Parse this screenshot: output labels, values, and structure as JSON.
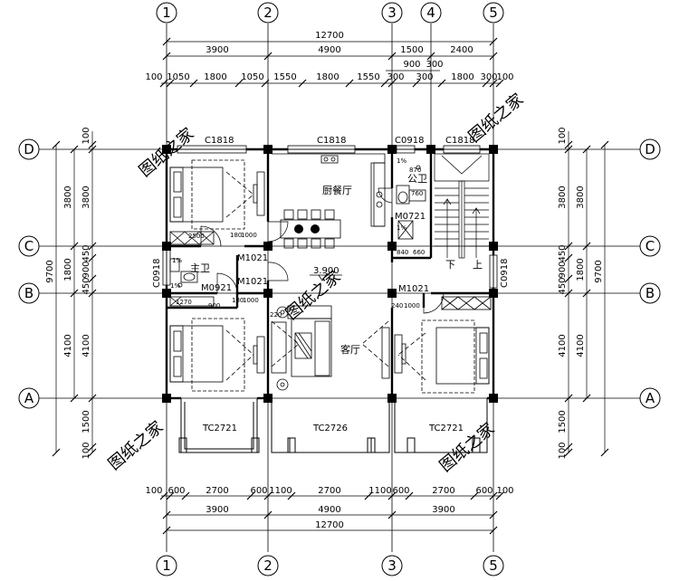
{
  "grid_top": [
    "1",
    "2",
    "3",
    "4",
    "5"
  ],
  "grid_bottom": [
    "1",
    "2",
    "3",
    "5"
  ],
  "grid_left": [
    "D",
    "C",
    "B",
    "A"
  ],
  "grid_right": [
    "D",
    "C",
    "B",
    "A"
  ],
  "dims_top": {
    "total": "12700",
    "row2": [
      "3900",
      "4900",
      "1500",
      "2400"
    ],
    "row3_small": [
      "900",
      "300"
    ],
    "row3": [
      "100",
      "1050",
      "1800",
      "1050",
      "1550",
      "1800",
      "1550",
      "300",
      "300",
      "1800",
      "300",
      "100"
    ]
  },
  "dims_bottom": {
    "total": "12700",
    "row2": [
      "3900",
      "4900",
      "3900"
    ],
    "row1": [
      "100",
      "600",
      "2700",
      "600",
      "1100",
      "2700",
      "1100",
      "600",
      "2700",
      "600",
      "100"
    ]
  },
  "dims_left": {
    "total": "9700",
    "mid": [
      "3800",
      "1800",
      "4100"
    ],
    "inner": [
      "100",
      "3800",
      "450",
      "900",
      "450",
      "4100",
      "1500",
      "100"
    ]
  },
  "dims_right": {
    "total": "9700",
    "mid": [
      "3800",
      "1800",
      "4100"
    ],
    "inner": [
      "100",
      "3800",
      "450",
      "900",
      "450",
      "4100",
      "1500",
      "100"
    ]
  },
  "windows": {
    "c1818_a": "C1818",
    "c1818_b": "C1818",
    "c0918_top": "C0918",
    "c1818_c": "C1818",
    "c0918_left": "C0918",
    "c0918_right": "C0918",
    "tc2721_a": "TC2721",
    "tc2726": "TC2726",
    "tc2721_b": "TC2721"
  },
  "doors": {
    "m1021_a": "M1021",
    "m1021_b": "M1021",
    "m1021_c": "M1021",
    "m0921": "M0921",
    "m0721": "M0721"
  },
  "rooms": {
    "kitchen_dining": "厨餐厅",
    "living": "客厅",
    "bath_main": "主卫",
    "bath_public": "公卫",
    "stair_down": "下",
    "stair_up": "上"
  },
  "small_dims": {
    "v180_a": "180",
    "v1000_a": "1000",
    "v180_b": "180",
    "v1000_b": "1000",
    "v240": "240",
    "v1000_c": "1000",
    "v900": "900",
    "v840": "840",
    "v660": "660",
    "v220": "220",
    "v870": "870",
    "v760": "760",
    "v1270": "1270",
    "v2500": "2500"
  },
  "levels": {
    "l1": "1%",
    "l2": "1%",
    "l3": "1%",
    "l4": "1%"
  },
  "elevation": "3.900",
  "watermarks": [
    "图纸之家",
    "图纸之家",
    "图纸之家",
    "图纸之家",
    "图纸之家"
  ]
}
